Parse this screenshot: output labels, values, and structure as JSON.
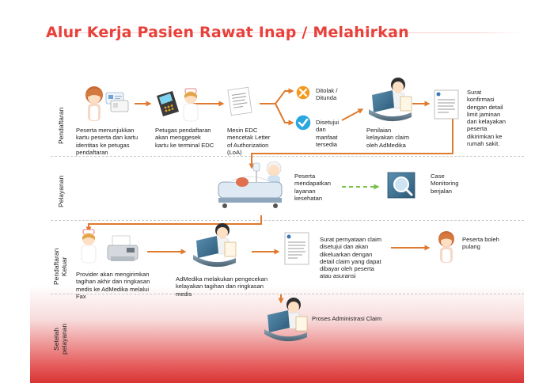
{
  "title": "Alur Kerja Pasien Rawat Inap / Melahirkan",
  "lanes": {
    "pendaftaran": "Pendaftaran",
    "pelayanan": "Pelayanan",
    "pendaftaran_keluar_1": "Pendaftaran",
    "pendaftaran_keluar_2": "Keluar",
    "setelah_1": "Setelah",
    "setelah_2": "pelayanan"
  },
  "steps": {
    "s1": [
      "Peserta menunjukkan",
      "kartu peserta dan kartu",
      "identitas ke petugas",
      "pendaftaran"
    ],
    "s2": [
      "Petugas pendaftaran",
      "akan menggesek",
      "kartu ke terminal EDC"
    ],
    "s3": [
      "Mesin EDC",
      "mencetak Letter",
      "of Authorization",
      "(LoA)"
    ],
    "ditolak": [
      "Ditolak /",
      "Ditunda"
    ],
    "disetujui": [
      "Disetujui",
      "dan",
      "manfaat",
      "tersedia"
    ],
    "penilaian": [
      "Penilaian",
      "kelayakan claim",
      "oleh AdMedika"
    ],
    "surat1": [
      "Surat",
      "konfirmasi",
      "dengan detail",
      "limit jaminan",
      "dan kelayakan",
      "peserta",
      "dikirimkan ke",
      "rumah sakit."
    ],
    "layanan": [
      "Peserta",
      "mendapatkan",
      "layanan",
      "kesehatan"
    ],
    "case": [
      "Case",
      "Monitoring",
      "berjalan"
    ],
    "provider": [
      "Provider akan mengirimkan",
      "tagihan akhir dan ringkasan",
      "medis ke AdMedika melalui",
      "Fax"
    ],
    "pengecekan": [
      "AdMedika melakukan pengecekan",
      "kelayakan tagihan dan ringkasan",
      "medis"
    ],
    "surat2": [
      "Surat pernyataan claim",
      "disetujui dan akan",
      "dikeluarkan dengan",
      "detail claim yang dapat",
      "dibayar oleh peserta",
      "atau asuransi"
    ],
    "pulang": [
      "Peserta boleh",
      "pulang"
    ],
    "proses": [
      "Proses Administrasi Claim"
    ]
  },
  "colors": {
    "title": "#e8403a",
    "arrow": "#e07a2e",
    "dashed_arrow": "#78c04a",
    "reject": "#f39a1e",
    "approve": "#2aa7e0"
  }
}
